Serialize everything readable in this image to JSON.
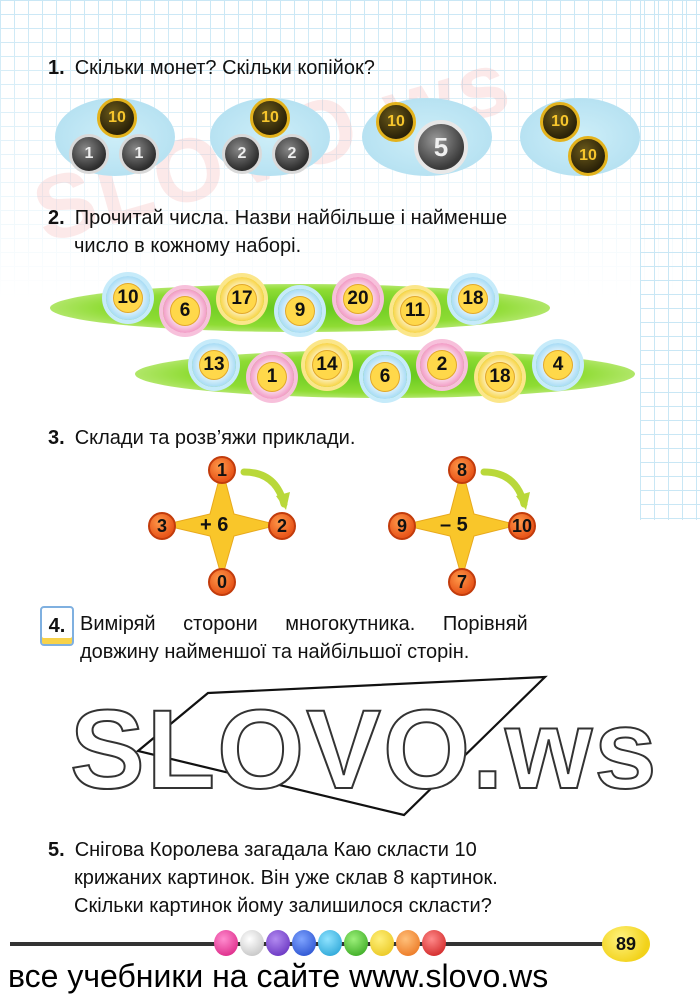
{
  "page": {
    "number": "89",
    "footer": "все учебники на сайте www.slovo.ws",
    "watermark_top": "SLOVO.ws",
    "watermark_mid": "SLOVO.ws"
  },
  "task1": {
    "num": "1.",
    "text": "Скільки монет? Скільки копійок?",
    "groups": [
      {
        "coins": [
          "10",
          "1",
          "1"
        ]
      },
      {
        "coins": [
          "10",
          "2",
          "2"
        ]
      },
      {
        "coins": [
          "10",
          "5"
        ]
      },
      {
        "coins": [
          "10",
          "10"
        ]
      }
    ]
  },
  "task2": {
    "num": "2.",
    "line1": "Прочитай числа. Назви найбільше і найменше",
    "line2": "число в кожному наборі.",
    "set1": [
      "10",
      "6",
      "17",
      "9",
      "20",
      "11",
      "18"
    ],
    "set2": [
      "13",
      "1",
      "14",
      "6",
      "2",
      "18",
      "4"
    ]
  },
  "task3": {
    "num": "3.",
    "text": "Склади та розв’яжи приклади.",
    "star1": {
      "top": "1",
      "left": "3",
      "right": "2",
      "bottom": "0",
      "op": "+ 6"
    },
    "star2": {
      "top": "8",
      "left": "9",
      "right": "10",
      "bottom": "7",
      "op": "– 5"
    }
  },
  "task4": {
    "num": "4.",
    "line1": "Виміряй сторони многокутника. Порівняй",
    "line2": "довжину найменшої та найбільшої сторін."
  },
  "task5": {
    "num": "5.",
    "line1": "Снігова Королева  загадала Каю скласти 10",
    "line2": "крижаних картинок. Він уже склав 8 картинок.",
    "line3": "Скільки картинок йому залишилося скласти?"
  },
  "colors": {
    "grass": "#7fd42a",
    "node": "#f06a22",
    "star": "#f9c62a",
    "arrow": "#b9d83a"
  }
}
